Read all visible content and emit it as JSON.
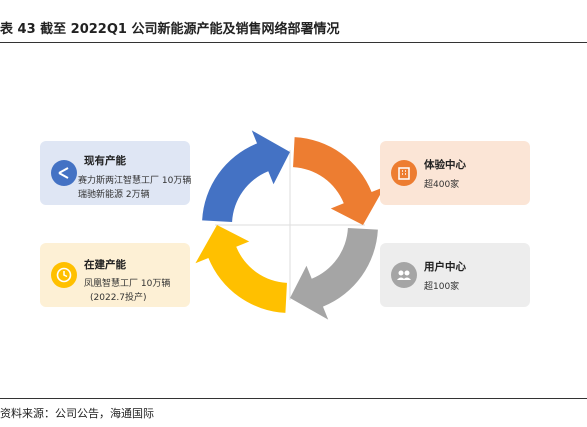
{
  "header": {
    "title": "表 43  截至 2022Q1 公司新能源产能及销售网络部署情况"
  },
  "cards": {
    "existing": {
      "title": "现有产能",
      "lines": [
        "赛力斯两江智慧工厂 10万辆",
        "瑞驰新能源 2万辆"
      ],
      "icon": "car-icon"
    },
    "building": {
      "title": "在建产能",
      "lines": [
        "凤凰智慧工厂 10万辆",
        "(2022.7投产)"
      ],
      "icon": "clock-icon"
    },
    "experience": {
      "title": "体验中心",
      "lines": [
        "超400家"
      ],
      "icon": "building-icon"
    },
    "users": {
      "title": "用户中心",
      "lines": [
        "超100家"
      ],
      "icon": "users-icon"
    }
  },
  "colors": {
    "blue": "#4472c4",
    "orange": "#ed7d31",
    "gray": "#a5a5a5",
    "yellow": "#ffc000"
  },
  "footer": {
    "source": "资料来源：公司公告，海通国际"
  }
}
